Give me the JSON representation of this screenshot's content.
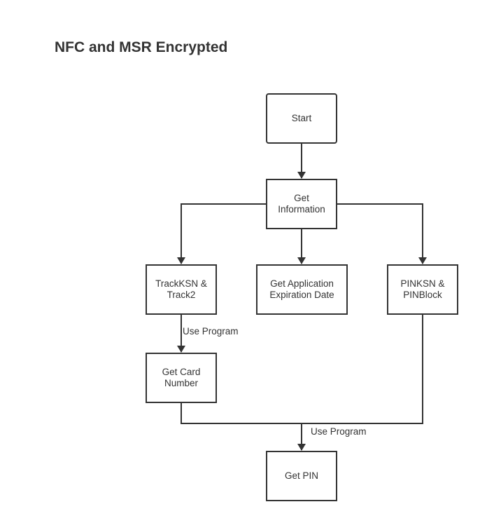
{
  "title": "NFC and MSR Encrypted",
  "colors": {
    "stroke": "#333333",
    "background": "#ffffff",
    "text": "#333333"
  },
  "nodes": {
    "start": "Start",
    "get_information": "Get\nInformation",
    "track": "TrackKSN &\nTrack2",
    "expiration": "Get Application\nExpiration Date",
    "pin_block": "PINKSN &\nPINBlock",
    "card_number": "Get Card\nNumber",
    "get_pin": "Get PIN"
  },
  "edge_labels": {
    "track_to_card": "Use Program",
    "to_get_pin": "Use Program"
  }
}
